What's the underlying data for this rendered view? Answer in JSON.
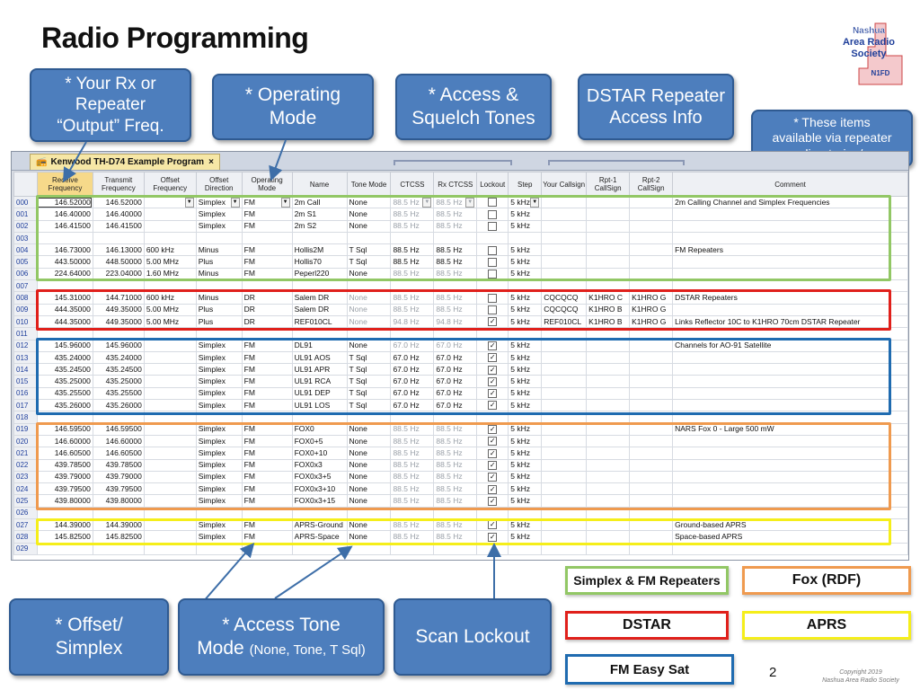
{
  "title": "Radio Programming",
  "logo": {
    "line1": "Nashua",
    "line2": "Area Radio",
    "line3": "Society",
    "callsign": "N1FD"
  },
  "callouts": {
    "rx_freq": [
      "* Your Rx or",
      "Repeater",
      "“Output” Freq."
    ],
    "op_mode": [
      "* Operating",
      "Mode"
    ],
    "tones": [
      "* Access &",
      "Squelch Tones"
    ],
    "dstar": [
      "DSTAR Repeater",
      "Access Info"
    ],
    "directories": [
      "* These items",
      "available via repeater",
      "directories/"
    ],
    "offset": [
      "* Offset/",
      "Simplex"
    ],
    "tone_mode": [
      "* Access Tone",
      "Mode",
      "(None, Tone, T Sql)"
    ],
    "scan_lockout": "Scan Lockout"
  },
  "window": {
    "tab_label": "Kenwood TH-D74 Example Program",
    "tab_close": "×"
  },
  "columns": [
    {
      "key": "rn",
      "label": ""
    },
    {
      "key": "rx",
      "label": "Receive Frequency"
    },
    {
      "key": "tx",
      "label": "Transmit Frequency"
    },
    {
      "key": "off",
      "label": "Offset Frequency"
    },
    {
      "key": "dir",
      "label": "Offset Direction"
    },
    {
      "key": "mode",
      "label": "Operating Mode"
    },
    {
      "key": "name",
      "label": "Name"
    },
    {
      "key": "tone",
      "label": "Tone Mode"
    },
    {
      "key": "ctcss",
      "label": "CTCSS"
    },
    {
      "key": "rxctcss",
      "label": "Rx CTCSS"
    },
    {
      "key": "lock",
      "label": "Lockout"
    },
    {
      "key": "step",
      "label": "Step"
    },
    {
      "key": "your",
      "label": "Your Callsign"
    },
    {
      "key": "rpt1",
      "label": "Rpt-1 CallSign"
    },
    {
      "key": "rpt2",
      "label": "Rpt-2 CallSign"
    },
    {
      "key": "comment",
      "label": "Comment"
    }
  ],
  "rows": [
    {
      "rn": "000",
      "rx": "146.52000",
      "tx": "146.52000",
      "off": "",
      "dir": "Simplex",
      "mode": "FM",
      "name": "2m Call",
      "tone": "None",
      "ctcss": "88.5 Hz",
      "rxctcss": "88.5 Hz",
      "lock": false,
      "step": "5 kHz",
      "your": "",
      "rpt1": "",
      "rpt2": "",
      "comment": "2m Calling Channel and Simplex Frequencies",
      "dropdowns": true
    },
    {
      "rn": "001",
      "rx": "146.40000",
      "tx": "146.40000",
      "off": "",
      "dir": "Simplex",
      "mode": "FM",
      "name": "2m S1",
      "tone": "None",
      "ctcss": "88.5 Hz",
      "rxctcss": "88.5 Hz",
      "lock": false,
      "step": "5 kHz",
      "your": "",
      "rpt1": "",
      "rpt2": "",
      "comment": ""
    },
    {
      "rn": "002",
      "rx": "146.41500",
      "tx": "146.41500",
      "off": "",
      "dir": "Simplex",
      "mode": "FM",
      "name": "2m S2",
      "tone": "None",
      "ctcss": "88.5 Hz",
      "rxctcss": "88.5 Hz",
      "lock": false,
      "step": "5 kHz",
      "your": "",
      "rpt1": "",
      "rpt2": "",
      "comment": ""
    },
    {
      "rn": "003",
      "empty": true
    },
    {
      "rn": "004",
      "rx": "146.73000",
      "tx": "146.13000",
      "off": "600 kHz",
      "dir": "Minus",
      "mode": "FM",
      "name": "Hollis2M",
      "tone": "T Sql",
      "ctcss": "88.5 Hz",
      "rxctcss": "88.5 Hz",
      "lock": false,
      "step": "5 kHz",
      "your": "",
      "rpt1": "",
      "rpt2": "",
      "comment": "FM Repeaters",
      "toneon": true
    },
    {
      "rn": "005",
      "rx": "443.50000",
      "tx": "448.50000",
      "off": "5.00 MHz",
      "dir": "Plus",
      "mode": "FM",
      "name": "Hollis70",
      "tone": "T Sql",
      "ctcss": "88.5 Hz",
      "rxctcss": "88.5 Hz",
      "lock": false,
      "step": "5 kHz",
      "your": "",
      "rpt1": "",
      "rpt2": "",
      "comment": "",
      "toneon": true
    },
    {
      "rn": "006",
      "rx": "224.64000",
      "tx": "223.04000",
      "off": "1.60 MHz",
      "dir": "Minus",
      "mode": "FM",
      "name": "Peperl220",
      "tone": "None",
      "ctcss": "88.5 Hz",
      "rxctcss": "88.5 Hz",
      "lock": false,
      "step": "5 kHz",
      "your": "",
      "rpt1": "",
      "rpt2": "",
      "comment": ""
    },
    {
      "rn": "007",
      "empty": true
    },
    {
      "rn": "008",
      "rx": "145.31000",
      "tx": "144.71000",
      "off": "600 kHz",
      "dir": "Minus",
      "mode": "DR",
      "name": "Salem DR",
      "tone": "None",
      "ctcss": "88.5 Hz",
      "rxctcss": "88.5 Hz",
      "lock": false,
      "step": "5 kHz",
      "your": "CQCQCQ",
      "rpt1": "K1HRO C",
      "rpt2": "K1HRO G",
      "comment": "DSTAR Repeaters",
      "tonegray": true
    },
    {
      "rn": "009",
      "rx": "444.35000",
      "tx": "449.35000",
      "off": "5.00 MHz",
      "dir": "Plus",
      "mode": "DR",
      "name": "Salem DR",
      "tone": "None",
      "ctcss": "88.5 Hz",
      "rxctcss": "88.5 Hz",
      "lock": false,
      "step": "5 kHz",
      "your": "CQCQCQ",
      "rpt1": "K1HRO B",
      "rpt2": "K1HRO G",
      "comment": "",
      "tonegray": true
    },
    {
      "rn": "010",
      "rx": "444.35000",
      "tx": "449.35000",
      "off": "5.00 MHz",
      "dir": "Plus",
      "mode": "DR",
      "name": "REF010CL",
      "tone": "None",
      "ctcss": "94.8 Hz",
      "rxctcss": "94.8 Hz",
      "lock": true,
      "step": "5 kHz",
      "your": "REF010CL",
      "rpt1": "K1HRO B",
      "rpt2": "K1HRO G",
      "comment": "Links Reflector 10C to K1HRO 70cm DSTAR Repeater",
      "tonegray": true
    },
    {
      "rn": "011",
      "empty": true
    },
    {
      "rn": "012",
      "rx": "145.96000",
      "tx": "145.96000",
      "off": "",
      "dir": "Simplex",
      "mode": "FM",
      "name": "DL91",
      "tone": "None",
      "ctcss": "67.0 Hz",
      "rxctcss": "67.0 Hz",
      "lock": true,
      "step": "5 kHz",
      "your": "",
      "rpt1": "",
      "rpt2": "",
      "comment": "Channels for AO-91 Satellite"
    },
    {
      "rn": "013",
      "rx": "435.24000",
      "tx": "435.24000",
      "off": "",
      "dir": "Simplex",
      "mode": "FM",
      "name": "UL91 AOS",
      "tone": "T Sql",
      "ctcss": "67.0 Hz",
      "rxctcss": "67.0 Hz",
      "lock": true,
      "step": "5 kHz",
      "your": "",
      "rpt1": "",
      "rpt2": "",
      "comment": "",
      "toneon": true
    },
    {
      "rn": "014",
      "rx": "435.24500",
      "tx": "435.24500",
      "off": "",
      "dir": "Simplex",
      "mode": "FM",
      "name": "UL91 APR",
      "tone": "T Sql",
      "ctcss": "67.0 Hz",
      "rxctcss": "67.0 Hz",
      "lock": true,
      "step": "5 kHz",
      "your": "",
      "rpt1": "",
      "rpt2": "",
      "comment": "",
      "toneon": true
    },
    {
      "rn": "015",
      "rx": "435.25000",
      "tx": "435.25000",
      "off": "",
      "dir": "Simplex",
      "mode": "FM",
      "name": "UL91 RCA",
      "tone": "T Sql",
      "ctcss": "67.0 Hz",
      "rxctcss": "67.0 Hz",
      "lock": true,
      "step": "5 kHz",
      "your": "",
      "rpt1": "",
      "rpt2": "",
      "comment": "",
      "toneon": true
    },
    {
      "rn": "016",
      "rx": "435.25500",
      "tx": "435.25500",
      "off": "",
      "dir": "Simplex",
      "mode": "FM",
      "name": "UL91 DEP",
      "tone": "T Sql",
      "ctcss": "67.0 Hz",
      "rxctcss": "67.0 Hz",
      "lock": true,
      "step": "5 kHz",
      "your": "",
      "rpt1": "",
      "rpt2": "",
      "comment": "",
      "toneon": true
    },
    {
      "rn": "017",
      "rx": "435.26000",
      "tx": "435.26000",
      "off": "",
      "dir": "Simplex",
      "mode": "FM",
      "name": "UL91 LOS",
      "tone": "T Sql",
      "ctcss": "67.0 Hz",
      "rxctcss": "67.0 Hz",
      "lock": true,
      "step": "5 kHz",
      "your": "",
      "rpt1": "",
      "rpt2": "",
      "comment": "",
      "toneon": true
    },
    {
      "rn": "018",
      "empty": true
    },
    {
      "rn": "019",
      "rx": "146.59500",
      "tx": "146.59500",
      "off": "",
      "dir": "Simplex",
      "mode": "FM",
      "name": "FOX0",
      "tone": "None",
      "ctcss": "88.5 Hz",
      "rxctcss": "88.5 Hz",
      "lock": true,
      "step": "5 kHz",
      "your": "",
      "rpt1": "",
      "rpt2": "",
      "comment": "NARS Fox 0 - Large 500 mW"
    },
    {
      "rn": "020",
      "rx": "146.60000",
      "tx": "146.60000",
      "off": "",
      "dir": "Simplex",
      "mode": "FM",
      "name": "FOX0+5",
      "tone": "None",
      "ctcss": "88.5 Hz",
      "rxctcss": "88.5 Hz",
      "lock": true,
      "step": "5 kHz",
      "your": "",
      "rpt1": "",
      "rpt2": "",
      "comment": ""
    },
    {
      "rn": "021",
      "rx": "146.60500",
      "tx": "146.60500",
      "off": "",
      "dir": "Simplex",
      "mode": "FM",
      "name": "FOX0+10",
      "tone": "None",
      "ctcss": "88.5 Hz",
      "rxctcss": "88.5 Hz",
      "lock": true,
      "step": "5 kHz",
      "your": "",
      "rpt1": "",
      "rpt2": "",
      "comment": ""
    },
    {
      "rn": "022",
      "rx": "439.78500",
      "tx": "439.78500",
      "off": "",
      "dir": "Simplex",
      "mode": "FM",
      "name": "FOX0x3",
      "tone": "None",
      "ctcss": "88.5 Hz",
      "rxctcss": "88.5 Hz",
      "lock": true,
      "step": "5 kHz",
      "your": "",
      "rpt1": "",
      "rpt2": "",
      "comment": ""
    },
    {
      "rn": "023",
      "rx": "439.79000",
      "tx": "439.79000",
      "off": "",
      "dir": "Simplex",
      "mode": "FM",
      "name": "FOX0x3+5",
      "tone": "None",
      "ctcss": "88.5 Hz",
      "rxctcss": "88.5 Hz",
      "lock": true,
      "step": "5 kHz",
      "your": "",
      "rpt1": "",
      "rpt2": "",
      "comment": ""
    },
    {
      "rn": "024",
      "rx": "439.79500",
      "tx": "439.79500",
      "off": "",
      "dir": "Simplex",
      "mode": "FM",
      "name": "FOX0x3+10",
      "tone": "None",
      "ctcss": "88.5 Hz",
      "rxctcss": "88.5 Hz",
      "lock": true,
      "step": "5 kHz",
      "your": "",
      "rpt1": "",
      "rpt2": "",
      "comment": ""
    },
    {
      "rn": "025",
      "rx": "439.80000",
      "tx": "439.80000",
      "off": "",
      "dir": "Simplex",
      "mode": "FM",
      "name": "FOX0x3+15",
      "tone": "None",
      "ctcss": "88.5 Hz",
      "rxctcss": "88.5 Hz",
      "lock": true,
      "step": "5 kHz",
      "your": "",
      "rpt1": "",
      "rpt2": "",
      "comment": ""
    },
    {
      "rn": "026",
      "empty": true
    },
    {
      "rn": "027",
      "rx": "144.39000",
      "tx": "144.39000",
      "off": "",
      "dir": "Simplex",
      "mode": "FM",
      "name": "APRS-Ground",
      "tone": "None",
      "ctcss": "88.5 Hz",
      "rxctcss": "88.5 Hz",
      "lock": true,
      "step": "5 kHz",
      "your": "",
      "rpt1": "",
      "rpt2": "",
      "comment": "Ground-based APRS"
    },
    {
      "rn": "028",
      "rx": "145.82500",
      "tx": "145.82500",
      "off": "",
      "dir": "Simplex",
      "mode": "FM",
      "name": "APRS-Space",
      "tone": "None",
      "ctcss": "88.5 Hz",
      "rxctcss": "88.5 Hz",
      "lock": true,
      "step": "5 kHz",
      "your": "",
      "rpt1": "",
      "rpt2": "",
      "comment": "Space-based APRS"
    },
    {
      "rn": "029",
      "empty": true
    }
  ],
  "legend": {
    "simplex": "Simplex & FM Repeaters",
    "fox": "Fox (RDF)",
    "dstar": "DSTAR",
    "aprs": "APRS",
    "fmsat": "FM Easy Sat"
  },
  "colors": {
    "green": "#92c765",
    "red": "#e0201b",
    "blue": "#1f6bb0",
    "orange": "#ef9a4f",
    "yellow": "#f5ee1a",
    "callout": "#4d7ebd"
  },
  "page_number": "2",
  "copyright": [
    "Copyright 2019",
    "Nashua Area Radio Society"
  ]
}
